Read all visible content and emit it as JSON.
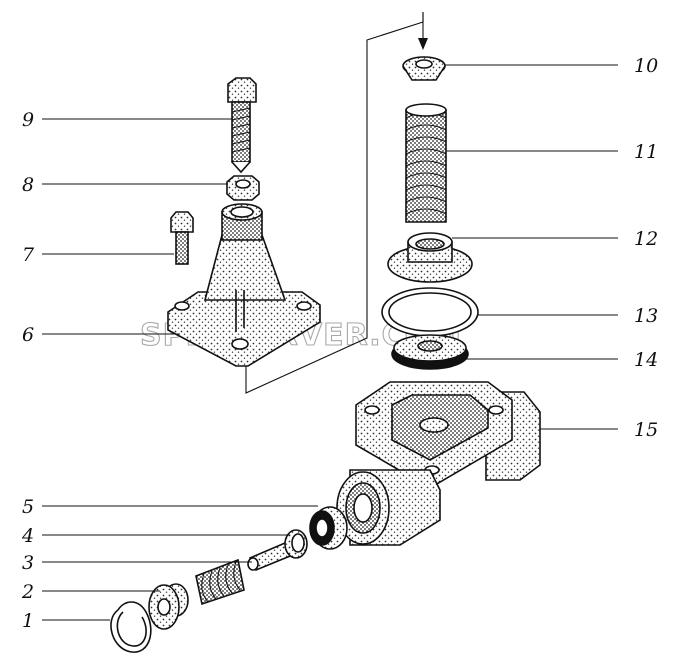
{
  "watermark": "SPECSERVER.COM",
  "callouts": [
    {
      "id": "9",
      "label": "9"
    },
    {
      "id": "8",
      "label": "8"
    },
    {
      "id": "7",
      "label": "7"
    },
    {
      "id": "6",
      "label": "6"
    },
    {
      "id": "10",
      "label": "10"
    },
    {
      "id": "11",
      "label": "11"
    },
    {
      "id": "12",
      "label": "12"
    },
    {
      "id": "13",
      "label": "13"
    },
    {
      "id": "14",
      "label": "14"
    },
    {
      "id": "15",
      "label": "15"
    },
    {
      "id": "5",
      "label": "5"
    },
    {
      "id": "4",
      "label": "4"
    },
    {
      "id": "3",
      "label": "3"
    },
    {
      "id": "2",
      "label": "2"
    },
    {
      "id": "1",
      "label": "1"
    }
  ]
}
